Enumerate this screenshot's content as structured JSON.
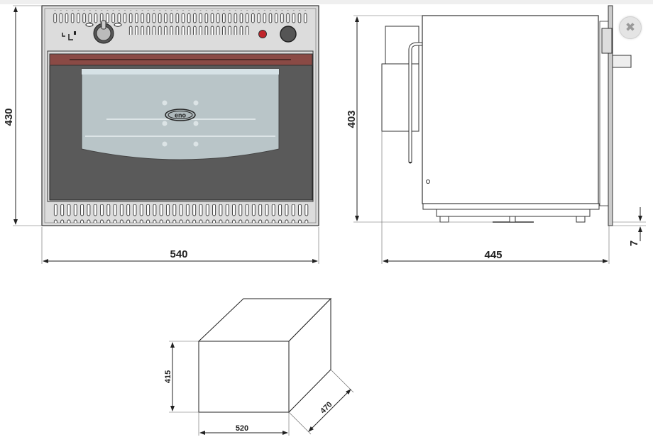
{
  "front_view": {
    "brand_logo": "ENO",
    "dim_height": "430",
    "dim_width": "540"
  },
  "side_view": {
    "dim_height": "403",
    "dim_depth": "445",
    "dim_flange": "7"
  },
  "cutout": {
    "dim_height": "415",
    "dim_width": "520",
    "dim_depth": "470"
  },
  "controls": {
    "expand_icon": "expand-arrows-icon"
  },
  "colors": {
    "door": "#5a5a5a",
    "handle": "#8a4a45",
    "window": "#b9c5c8",
    "panel": "#dcdcdc",
    "indicator": "#c0242a"
  }
}
